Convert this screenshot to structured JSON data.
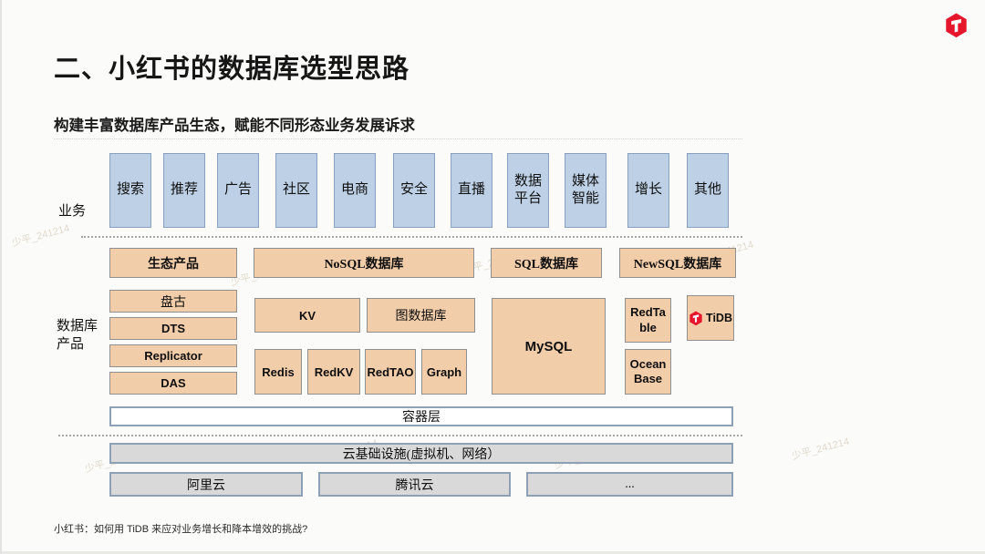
{
  "title": "二、小红书的数据库选型思路",
  "subtitle": "构建丰富数据库产品生态，赋能不同形态业务发展诉求",
  "footer": "小红书：如何用 TiDB 来应对业务增长和降本增效的挑战?",
  "watermark": "少平_241214",
  "colors": {
    "business_box": "#bdd0e5",
    "product_box": "#f2cdaa",
    "infra_box": "#d9d9d9",
    "logo_red": "#e6162d"
  },
  "diagram": {
    "business_label": "业务",
    "business_items": [
      "搜索",
      "推荐",
      "广告",
      "社区",
      "电商",
      "安全",
      "直播",
      "数据平台",
      "媒体智能",
      "增长",
      "其他"
    ],
    "products_label": "数据库产品",
    "category_row": [
      "生态产品",
      "NoSQL数据库",
      "SQL数据库",
      "NewSQL数据库"
    ],
    "eco_items": [
      "盘古",
      "DTS",
      "Replicator",
      "DAS"
    ],
    "nosql_sub": [
      "KV",
      "图数据库"
    ],
    "nosql_items": [
      "Redis",
      "RedKV",
      "RedTAO",
      "Graph"
    ],
    "sql_item": "MySQL",
    "newsql_items": [
      "RedTable",
      "OceanBase",
      "TiDB"
    ],
    "container_layer": "容器层",
    "cloud_infra": "云基础设施(虚拟机、网络）",
    "clouds": [
      "阿里云",
      "腾讯云",
      "..."
    ]
  }
}
